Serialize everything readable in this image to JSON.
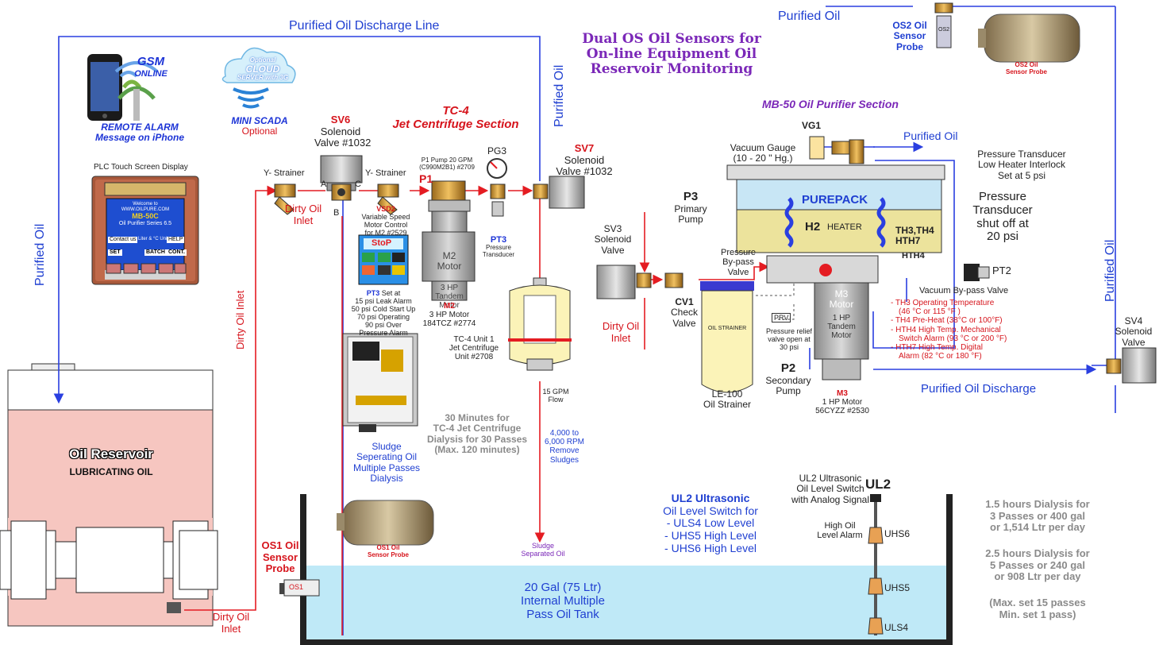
{
  "colors": {
    "purified_line": "#2a3fe0",
    "dirty_line": "#e41c22",
    "tank_water": "#bfe9f7",
    "reservoir_oil": "#f6c6c0",
    "purepack": "#c8e6f5",
    "strainer_yellow": "#fbf3b8",
    "title_purple": "#8a1fb4",
    "section_red": "#e3141c"
  },
  "icons": [
    "iphone-icon",
    "cloud-icon",
    "solenoid-valve-icon",
    "y-strainer-icon",
    "pump-icon",
    "pressure-gauge-icon",
    "oil-sensor-probe-icon",
    "centrifuge-icon",
    "heater-coil-icon",
    "vacuum-gauge-icon",
    "plc-touch-screen-icon",
    "vfd-drive-icon",
    "level-switch-icon"
  ],
  "title": {
    "line1": "Dual OS Oil Sensors for",
    "line2": "On-line Equipment Oil",
    "line3": "Reservoir Monitoring"
  },
  "lines": {
    "purified_discharge_line": "Purified Oil Discharge Line",
    "purified_oil_top": "Purified Oil",
    "purified_oil_left": "Purified Oil",
    "purified_oil_mid": "Purified Oil",
    "purified_oil_right": "Purified Oil",
    "purified_oil_vg": "Purified Oil",
    "purified_oil_discharge": "Purified Oil Discharge",
    "dirty_oil_inlet_vertical": "Dirty Oil Inlet",
    "dirty_oil_inlet_1": "Dirty Oil",
    "dirty_oil_inlet_1b": "Inlet",
    "dirty_oil_inlet_2": "Dirty Oil",
    "dirty_oil_inlet_2b": "Inlet",
    "dirty_oil_inlet_3": "Dirty Oil",
    "dirty_oil_inlet_3b": "Inlet"
  },
  "gsm": {
    "title": "GSM",
    "online": "ONLINE",
    "alarm": "REMOTE ALARM",
    "message": "Message on iPhone"
  },
  "cloud": {
    "optional_top": "Optional",
    "cloud": "CLOUD",
    "server": "SERVER with 3G",
    "mini_scada": "MINI SCADA",
    "optional": "Optional"
  },
  "plc": {
    "label": "PLC Touch Screen Display",
    "welcome": "Welcome to",
    "url": "WWW.OILPURE.COM",
    "model": "MB-50C",
    "series": "Oil Purifier Series 6.5",
    "contact": "Contact us",
    "liter": "Liter & °C Unit",
    "help": "HELP",
    "set": "SET",
    "batch": "BATCH",
    "cont": "CONT."
  },
  "tc4": {
    "title_line1": "TC-4",
    "title_line2": "Jet Centrifuge Section",
    "sv6_tag": "SV6",
    "sv6_line1": "Solenoid",
    "sv6_line2": "Valve #1032",
    "sv7_tag": "SV7",
    "sv7_line1": "Solenoid",
    "sv7_line2": "Valve #1032",
    "ystrainer1": "Y- Strainer",
    "ystrainer2": "Y- Strainer",
    "p1_pump_line1": "P1 Pump 20 GPM",
    "p1_pump_line2": "(C990M2B1) #2709",
    "p1_tag": "P1",
    "pg3": "PG3",
    "vsd2_tag": "VSD2",
    "vsd2_line1": "Variable Speed",
    "vsd2_line2": "Motor Control",
    "vsd2_line3": "for M2 #2529",
    "stop": "StoP",
    "m2_motor_line1": "M2",
    "m2_motor_line2": "Motor",
    "m2_motor_line3": "3 HP",
    "m2_motor_line4": "Tandem",
    "m2_motor_line5": "Motor",
    "m2_tag": "M2",
    "m2_desc1": "3 HP Motor",
    "m2_desc2": "184TCZ #2774",
    "pt3_tag": "PT3",
    "pt3_line1": "Pressure",
    "pt3_line2": "Transducer",
    "pt3_set_tag": "PT3",
    "pt3_set": "Set at",
    "pt3_l1": "15 psi Leak Alarm",
    "pt3_l2": "50 psi Cold Start Up",
    "pt3_l3": "70 psi Operating",
    "pt3_l4": "90 psi Over",
    "pt3_l5": "Pressure Alarm",
    "unit_line1": "TC-4 Unit 1",
    "unit_line2": "Jet Centrifuge",
    "unit_line3": "Unit #2708",
    "flow_line1": "15 GPM",
    "flow_line2": "Flow",
    "dial_line1": "30 Minutes for",
    "dial_line2": "TC-4 Jet Centrifuge",
    "dial_line3": "Dialysis for 30 Passes",
    "dial_line4": "(Max. 120 minutes)",
    "rpm_line1": "4,000 to",
    "rpm_line2": "6,000 RPM",
    "rpm_line3": "Remove",
    "rpm_line4": "Sludges",
    "sludge_line1": "Sludge",
    "sludge_line2": "Seperating Oil",
    "sludge_line3": "Multiple Passes",
    "sludge_line4": "Dialysis",
    "sludge_sep_line1": "Sludge",
    "sludge_sep_line2": "Separated Oil",
    "valve_a": "A",
    "valve_b": "B",
    "valve_c": "C"
  },
  "mb50": {
    "title": "MB-50 Oil Purifier Section",
    "vg1": "VG1",
    "vac_line1": "Vacuum Gauge",
    "vac_line2": "(10 - 20 \" Hg.)",
    "pt_line1": "Pressure Transducer",
    "pt_line2": "Low Heater Interlock",
    "pt_line3": "Set at 5 psi",
    "shut_line1": "Pressure",
    "shut_line2": "Transducer",
    "shut_line3": "shut off at",
    "shut_line4": "20 psi",
    "purepack": "PUREPACK",
    "h2": "H2",
    "heater": "HEATER",
    "th_line1": "TH3,TH4",
    "th_line2": "HTH7",
    "hth4": "HTH4",
    "p3_tag": "P3",
    "p3_line1": "Primary",
    "p3_line2": "Pump",
    "bypass_line1": "Pressure",
    "bypass_line2": "By-pass",
    "bypass_line3": "Valve",
    "sv3_line1": "SV3",
    "sv3_line2": "Solenoid",
    "sv3_line3": "Valve",
    "cv1_tag": "CV1",
    "cv1_line1": "Check",
    "cv1_line2": "Valve",
    "prv": "PRV",
    "prv_line1": "Pressure relief",
    "prv_line2": "valve open at",
    "prv_line3": "30 psi",
    "oil_strainer": "OIL STRAINER",
    "le100_line1": "LE-100",
    "le100_line2": "Oil Strainer",
    "m3_motor_line1": "M3",
    "m3_motor_line2": "Motor",
    "m3_motor_line3": "1 HP",
    "m3_motor_line4": "Tandem",
    "m3_motor_line5": "Motor",
    "m3_tag": "M3",
    "m3_desc1": "1 HP Motor",
    "m3_desc2": "56CYZZ #2530",
    "p2_tag": "P2",
    "p2_line1": "Secondary",
    "p2_line2": "Pump",
    "pt2": "PT2",
    "vac_bypass": "Vacuum By-pass Valve",
    "th3_line1": "- TH3 Operating Temperature",
    "th3_line2": "(46 °C or 115 °F )",
    "th4": "- TH4 Pre-Heat  (38°C or 100°F)",
    "hth4_line1": "- HTH4 High Temp. Mechanical",
    "hth4_line2": "Switch Alarm (93 °C or 200 °F)",
    "hth7_line1": "- HTH7 High Temp. Digital",
    "hth7_line2": "Alarm (82 °C or 180 °F)",
    "sv4_line1": "SV4",
    "sv4_line2": "Solenoid",
    "sv4_line3": "Valve"
  },
  "os2": {
    "tag_line1": "OS2 Oil",
    "tag_line2": "Sensor",
    "tag_line3": "Probe",
    "probe_line1": "OS2 Oil",
    "probe_line2": "Sensor Probe",
    "body": "OS2"
  },
  "os1": {
    "tag_line1": "OS1 Oil",
    "tag_line2": "Sensor",
    "tag_line3": "Probe",
    "probe_line1": "OS1 Oil",
    "probe_line2": "Sensor Probe",
    "body": "OS1"
  },
  "reservoir": {
    "title": "Oil Reservoir",
    "subtitle": "LUBRICATING OIL"
  },
  "tank": {
    "line1": "20 Gal (75 Ltr)",
    "line2": "Internal  Multiple",
    "line3": "Pass Oil Tank"
  },
  "ul2": {
    "title": "UL2 Ultrasonic",
    "line1": "Oil Level Switch for",
    "line2": "- ULS4 Low Level",
    "line3": "- UHS5 High Level",
    "line4": "- UHS6 High Level",
    "sw_line1": "UL2 Ultrasonic",
    "sw_line2": "Oil Level Switch",
    "sw_line3": "with Analog Signal",
    "tag": "UL2",
    "high_line1": "High Oil",
    "high_line2": "Level Alarm",
    "uhs6": "UHS6",
    "uhs5": "UHS5",
    "uls4": "ULS4"
  },
  "summary": {
    "b1_line1": "1.5 hours Dialysis for",
    "b1_line2": "3 Passes or 400 gal",
    "b1_line3": "or 1,514 Ltr per day",
    "b2_line1": "2.5 hours Dialysis for",
    "b2_line2": "5 Passes or 240 gal",
    "b2_line3": "or 908 Ltr per day",
    "b3_line1": "(Max. set 15 passes",
    "b3_line2": "Min. set 1 pass)"
  }
}
